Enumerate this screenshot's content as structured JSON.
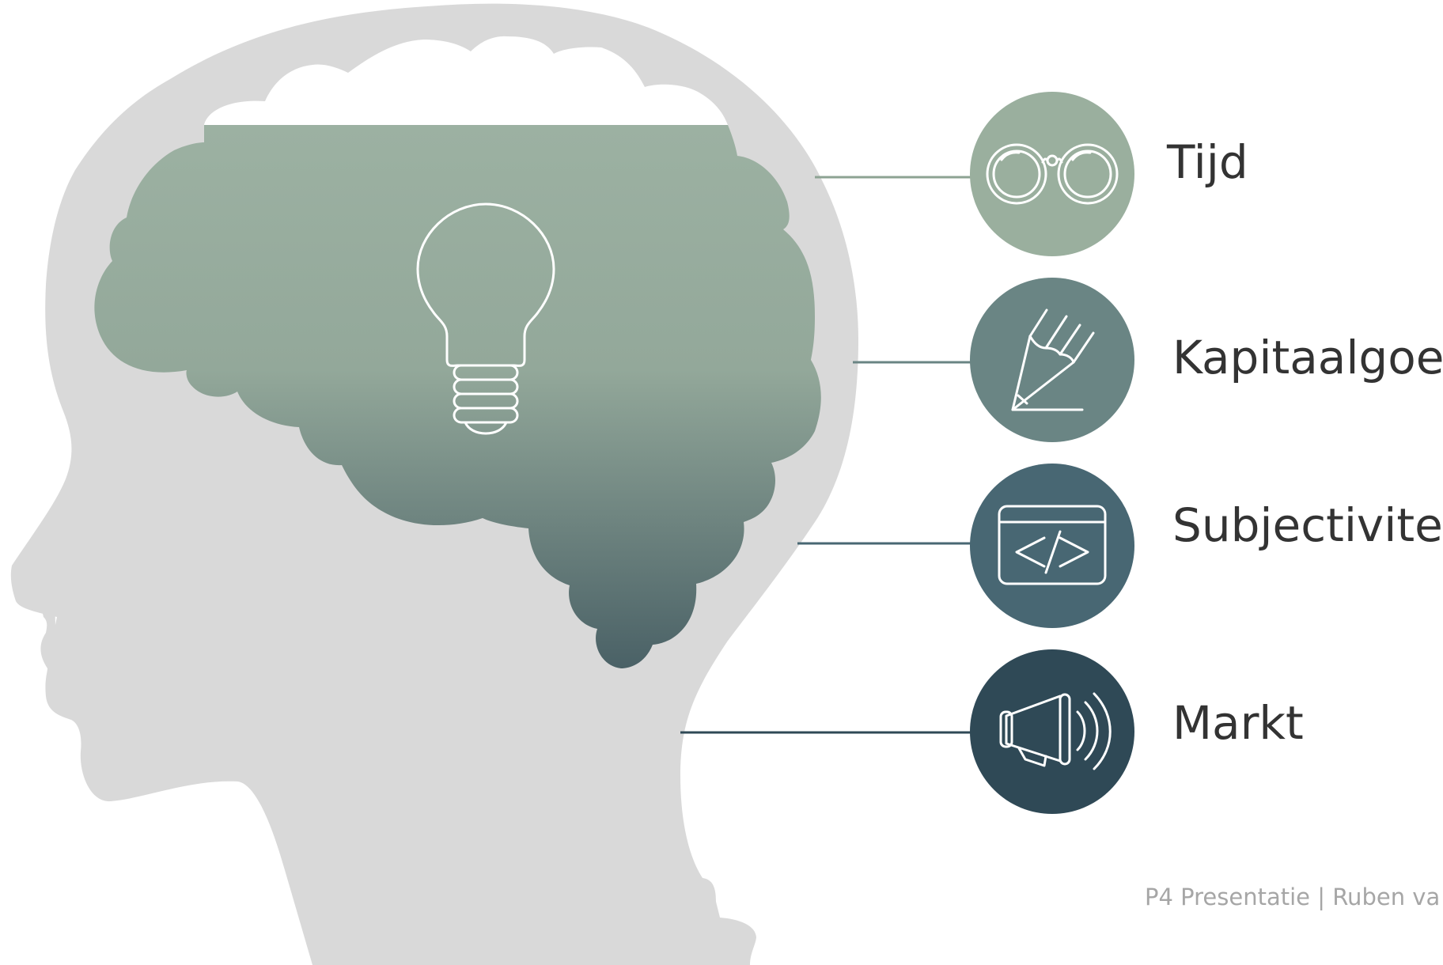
{
  "slide": {
    "items": [
      {
        "label": "Tijd",
        "icon": "glasses-icon",
        "color": "#9aaf9e"
      },
      {
        "label": "Kapitaalgoed",
        "icon": "pencil-icon",
        "color": "#6a8584"
      },
      {
        "label": "Subjectiviteit",
        "icon": "code-window-icon",
        "color": "#486773"
      },
      {
        "label": "Markt",
        "icon": "megaphone-icon",
        "color": "#2f4956"
      }
    ],
    "footer": "P4 Presentatie | Ruben va"
  },
  "colors": {
    "head": "#d9d9d9",
    "brain_top": "#9cb1a2",
    "brain_bottom": "#4a6166",
    "icon_stroke": "#ffffff"
  }
}
